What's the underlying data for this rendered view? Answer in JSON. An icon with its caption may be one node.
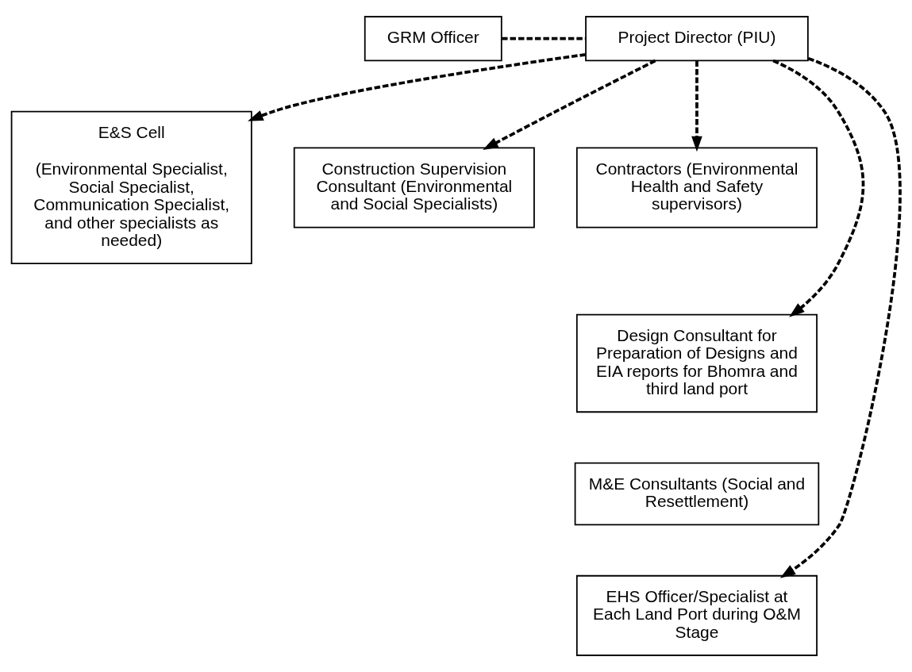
{
  "diagram": {
    "nodes": [
      {
        "text": [
          "GRM Officer"
        ]
      },
      {
        "text": [
          "Project Director (PIU)"
        ]
      },
      {
        "text": [
          "E&S Cell",
          "(Environmental Specialist, Social Specialist, Communication Specialist, and other specialists as needed)"
        ]
      },
      {
        "text": [
          "Construction Supervision Consultant (Environmental and Social Specialists)"
        ]
      },
      {
        "text": [
          "Contractors (Environmental Health and Safety supervisors)"
        ]
      },
      {
        "text": [
          "Design Consultant for Preparation of Designs and EIA reports for Bhomra and third land port"
        ]
      },
      {
        "text": [
          "M&E Consultants (Social and Resettlement)"
        ]
      },
      {
        "text": [
          "EHS Officer/Specialist at Each Land Port during O&M Stage"
        ]
      }
    ],
    "edges": [
      {
        "from": 0,
        "to": 1,
        "arrow": "none",
        "style": "dashed"
      },
      {
        "from": 1,
        "to": 2,
        "arrow": "to",
        "style": "dashed"
      },
      {
        "from": 1,
        "to": 3,
        "arrow": "to",
        "style": "dashed"
      },
      {
        "from": 1,
        "to": 4,
        "arrow": "to",
        "style": "dashed"
      },
      {
        "from": 1,
        "to": 5,
        "arrow": "to",
        "style": "dashed"
      },
      {
        "from": 1,
        "to": 7,
        "arrow": "to",
        "style": "dashed"
      }
    ]
  }
}
